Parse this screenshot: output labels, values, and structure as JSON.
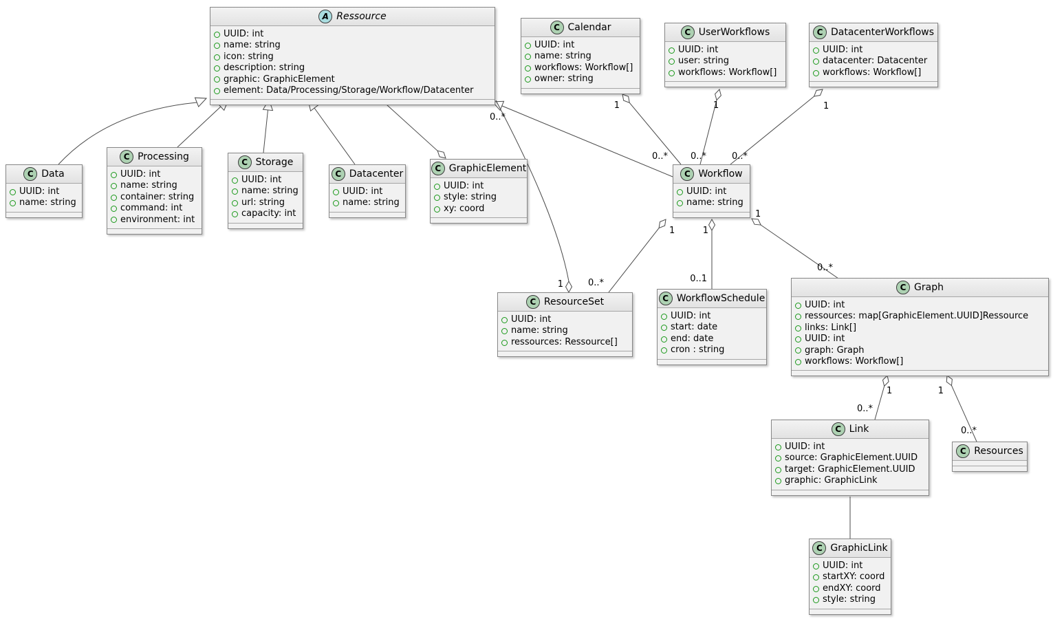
{
  "diagram": {
    "kind": "uml-class-diagram"
  },
  "icons": {
    "class_letter": "C",
    "abstract_letter": "A"
  },
  "colors": {
    "class_circle": "#ADD1B2",
    "abstract_circle": "#A9DCDF",
    "box_background": "#F1F1F1",
    "border": "#868686",
    "edge": "#4A4A4A",
    "field_icon": "#189818"
  },
  "classes": {
    "ressource": {
      "name": "Ressource",
      "stereotype": "abstract",
      "attributes": [
        "UUID: int",
        "name: string",
        "icon: string",
        "description: string",
        "graphic: GraphicElement",
        "element: Data/Processing/Storage/Workflow/Datacenter"
      ]
    },
    "calendar": {
      "name": "Calendar",
      "stereotype": "class",
      "attributes": [
        "UUID: int",
        "name: string",
        "workflows: Workflow[]",
        "owner: string"
      ]
    },
    "userworkflows": {
      "name": "UserWorkflows",
      "stereotype": "class",
      "attributes": [
        "UUID: int",
        "user: string",
        "workflows: Workflow[]"
      ]
    },
    "datacenterworkflows": {
      "name": "DatacenterWorkflows",
      "stereotype": "class",
      "attributes": [
        "UUID: int",
        "datacenter: Datacenter",
        "workflows: Workflow[]"
      ]
    },
    "data": {
      "name": "Data",
      "stereotype": "class",
      "attributes": [
        "UUID: int",
        "name: string"
      ]
    },
    "processing": {
      "name": "Processing",
      "stereotype": "class",
      "attributes": [
        "UUID: int",
        "name: string",
        "container: string",
        "command: int",
        "environment: int"
      ]
    },
    "storage": {
      "name": "Storage",
      "stereotype": "class",
      "attributes": [
        "UUID: int",
        "name: string",
        "url: string",
        "capacity: int"
      ]
    },
    "datacenter": {
      "name": "Datacenter",
      "stereotype": "class",
      "attributes": [
        "UUID: int",
        "name: string"
      ]
    },
    "graphicelement": {
      "name": "GraphicElement",
      "stereotype": "class",
      "attributes": [
        "UUID: int",
        "style: string",
        "xy: coord"
      ]
    },
    "workflow": {
      "name": "Workflow",
      "stereotype": "class",
      "attributes": [
        "UUID: int",
        "name: string"
      ]
    },
    "resourceset": {
      "name": "ResourceSet",
      "stereotype": "class",
      "attributes": [
        "UUID: int",
        "name: string",
        "ressources: Ressource[]"
      ]
    },
    "workflowschedule": {
      "name": "WorkflowSchedule",
      "stereotype": "class",
      "attributes": [
        "UUID: int",
        "start: date",
        "end: date",
        "cron : string"
      ]
    },
    "graph": {
      "name": "Graph",
      "stereotype": "class",
      "attributes": [
        "UUID: int",
        "ressources: map[GraphicElement.UUID]Ressource",
        "links: Link[]",
        "UUID: int",
        "graph: Graph",
        "workflows: Workflow[]"
      ]
    },
    "link": {
      "name": "Link",
      "stereotype": "class",
      "attributes": [
        "UUID: int",
        "source: GraphicElement.UUID",
        "target: GraphicElement.UUID",
        "graphic: GraphicLink"
      ]
    },
    "resources": {
      "name": "Resources",
      "stereotype": "class",
      "attributes": []
    },
    "graphiclink": {
      "name": "GraphicLink",
      "stereotype": "class",
      "attributes": [
        "UUID: int",
        "startXY: coord",
        "endXY: coord",
        "style: string"
      ]
    }
  },
  "relationships": [
    {
      "from": "Data",
      "to": "Ressource",
      "type": "generalization"
    },
    {
      "from": "Processing",
      "to": "Ressource",
      "type": "generalization"
    },
    {
      "from": "Storage",
      "to": "Ressource",
      "type": "generalization"
    },
    {
      "from": "Datacenter",
      "to": "Ressource",
      "type": "generalization"
    },
    {
      "from": "Workflow",
      "to": "Ressource",
      "type": "generalization"
    },
    {
      "from": "Ressource",
      "to": "GraphicElement",
      "type": "aggregation"
    },
    {
      "from": "ResourceSet",
      "to": "Ressource",
      "type": "aggregation",
      "from_label": "1",
      "to_label": "0..*"
    },
    {
      "from": "Calendar",
      "to": "Workflow",
      "type": "aggregation",
      "from_label": "1",
      "to_label": "0..*"
    },
    {
      "from": "UserWorkflows",
      "to": "Workflow",
      "type": "aggregation",
      "from_label": "1",
      "to_label": "0..*"
    },
    {
      "from": "DatacenterWorkflows",
      "to": "Workflow",
      "type": "aggregation",
      "from_label": "1",
      "to_label": "0..*"
    },
    {
      "from": "Workflow",
      "to": "ResourceSet",
      "type": "aggregation",
      "from_label": "1",
      "to_label": "0..*"
    },
    {
      "from": "Workflow",
      "to": "WorkflowSchedule",
      "type": "aggregation",
      "from_label": "1",
      "to_label": "0..1"
    },
    {
      "from": "Workflow",
      "to": "Graph",
      "type": "aggregation",
      "from_label": "1",
      "to_label": "0..*"
    },
    {
      "from": "Graph",
      "to": "Link",
      "type": "aggregation",
      "from_label": "1",
      "to_label": "0..*"
    },
    {
      "from": "Graph",
      "to": "Resources",
      "type": "aggregation",
      "from_label": "1",
      "to_label": "0..*"
    },
    {
      "from": "Link",
      "to": "GraphicLink",
      "type": "association"
    }
  ]
}
